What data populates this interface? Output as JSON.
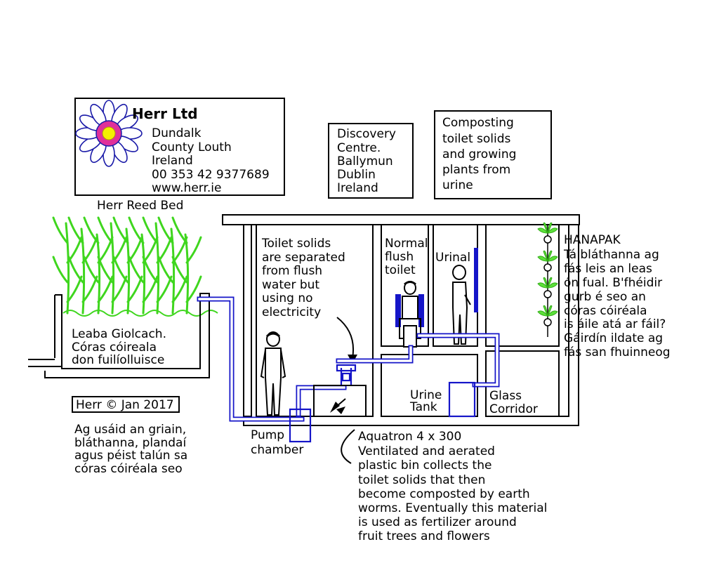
{
  "company_card": {
    "name": "Herr Ltd",
    "address": [
      "Dundalk",
      "County Louth",
      "Ireland",
      "00 353 42 9377689",
      "www.herr.ie"
    ]
  },
  "location_box": [
    "Discovery",
    "Centre.",
    "Ballymun",
    "Dublin",
    "Ireland"
  ],
  "purpose_box": [
    "Composting",
    "toilet solids",
    "and growing",
    "plants from",
    "urine"
  ],
  "reed_bed": {
    "title": "Herr Reed Bed",
    "caption": [
      "Leaba Giolcach.",
      "Córas cóireala",
      "don fuilíolluisce"
    ]
  },
  "copyright": "Herr © Jan 2017",
  "irish_note": [
    "Ag usáid an griain,",
    "bláthanna, plandaí",
    "agus péist talún sa",
    "córas cóiréala seo"
  ],
  "separator_note": [
    "Toilet solids",
    "are separated",
    "from flush",
    "water but",
    "using no",
    "electricity"
  ],
  "labels": {
    "normal_toilet": [
      "Normal",
      "flush",
      "toilet"
    ],
    "urinal": "Urinal",
    "urine_tank": [
      "Urine",
      "Tank"
    ],
    "glass_corridor": [
      "Glass",
      "Corridor"
    ],
    "pump_chamber": [
      "Pump",
      "chamber"
    ]
  },
  "hanapak": [
    "HANAPAK",
    "Tá bláthanna ag",
    "fás leis an leas",
    "ón fual. B'fhéidir",
    "gurb é seo an",
    "córas cóiréala",
    "is áile atá ar fáil?",
    "Gáirdín ildate ag",
    "fás san fhuinneog"
  ],
  "aquatron": {
    "title": "Aquatron 4 x 300",
    "description": [
      "Ventilated and aerated",
      "plastic bin collects the",
      "toilet solids that then",
      "become composted by earth",
      "worms. Eventually this material",
      "is used as fertilizer around",
      "fruit trees and flowers"
    ]
  },
  "colors": {
    "pipe": "#1515c8",
    "reed": "#3fd61e",
    "flower_petal": "#1a1aa8",
    "flower_ring": "#e0309a",
    "flower_center": "#f4f000"
  }
}
